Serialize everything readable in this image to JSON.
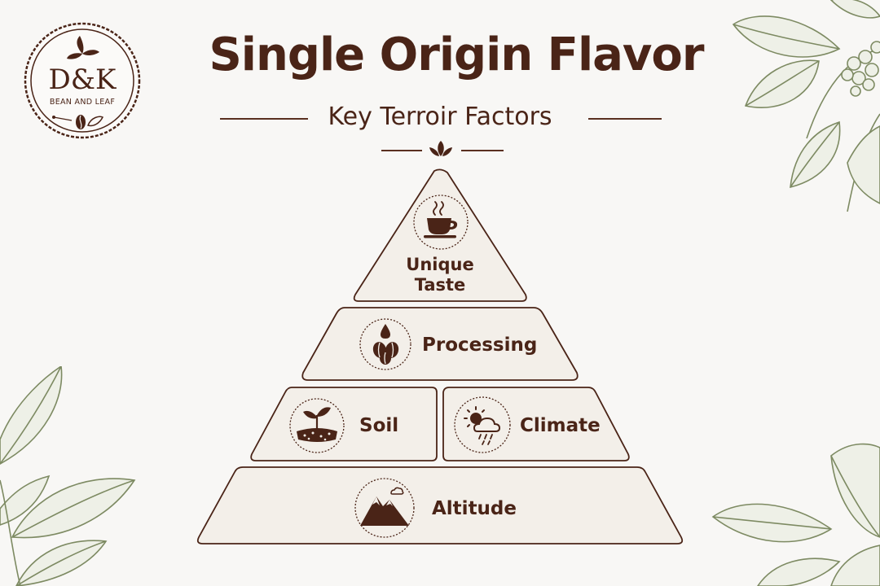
{
  "logo": {
    "monogram": "D&K",
    "tagline": "BEAN AND LEAF"
  },
  "header": {
    "title": "Single Origin Flavor",
    "subtitle": "Key Terroir Factors"
  },
  "pyramid": {
    "levels": [
      {
        "label_line1": "Unique",
        "label_line2": "Taste",
        "icon": "coffee-cup-icon"
      },
      {
        "label": "Processing",
        "icon": "coffee-beans-drop-icon"
      },
      {
        "label": "Soil",
        "icon": "sprout-soil-icon"
      },
      {
        "label": "Climate",
        "icon": "sun-cloud-rain-icon"
      },
      {
        "label": "Altitude",
        "icon": "mountain-icon"
      }
    ]
  },
  "colors": {
    "brown": "#4a2417",
    "tier_fill": "#f3efe9",
    "leaf": "#7d8a62",
    "background": "#f8f7f5"
  }
}
